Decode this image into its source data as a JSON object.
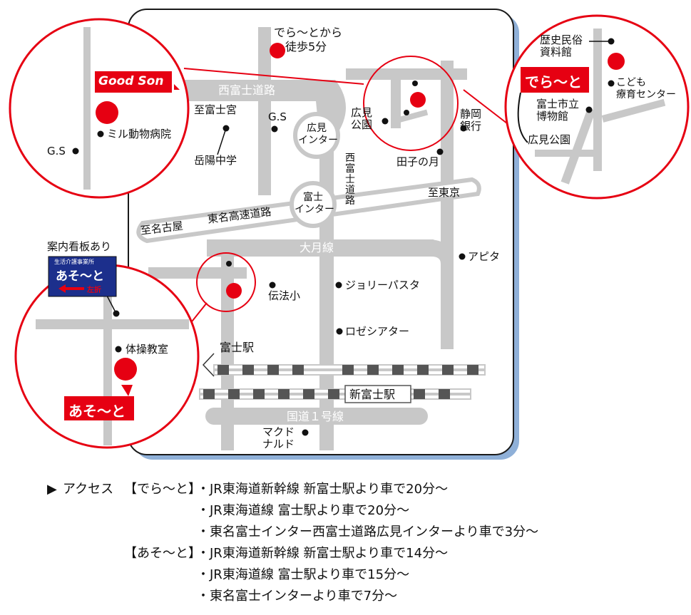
{
  "map": {
    "colors": {
      "road": "#c8c8c8",
      "accent": "#e60012",
      "sign_blue": "#1c2f8c",
      "shadow": "#8fb0d8",
      "frame": "#1a1a1a"
    },
    "roads": {
      "nishifuji": "西富士道路",
      "fuji_road": "西\n富\n士\n道\n路",
      "tomei": "東名高速道路",
      "otsuki": "大月線",
      "kokudo": "国道１号線",
      "to_nagoya": "至名古屋",
      "to_tokyo": "至東京",
      "to_fujinomiya": "至富士宮"
    },
    "interchanges": {
      "hiromi": "広見\nインター",
      "fuji": "富士\nインター"
    },
    "stations": {
      "fuji": "富士駅",
      "shin_fuji": "新富士駅"
    },
    "landmarks": {
      "walk": "でら～とから\n　徒歩5分",
      "gs_center": "G.S",
      "gakuyo": "岳陽中学",
      "hiromi_park": "広見\n公園",
      "shizuoka_bank": "静岡\n銀行",
      "tagonotsuki": "田子の月",
      "apita": "アピタ",
      "densho": "伝法小",
      "jolly": "ジョリーパスタ",
      "roze": "ロゼシアター",
      "mcd": "マクド\nナルド"
    },
    "inset_goodson": {
      "brand": "Good Son",
      "clinic": "ミル動物病院",
      "gs": "G.S"
    },
    "inset_dera": {
      "brand": "でら～と",
      "museum": "歴史民俗\n資料館",
      "kodomo": "こども\n療育センター",
      "hakubutsu": "富士市立\n博物館",
      "park": "広見公園"
    },
    "inset_aso": {
      "brand": "あそ～と",
      "gym": "体操教室"
    },
    "sign": {
      "note": "案内看板あり",
      "subtitle": "生活介護事業所",
      "title": "あそ～と",
      "arrow": "左折"
    }
  },
  "access": {
    "marker": "▶",
    "title": "アクセス",
    "groups": [
      {
        "name": "【でら～と】",
        "routes": [
          "・JR東海道新幹線 新富士駅より車で20分～",
          "・JR東海道線 富士駅より車で20分～",
          "・東名富士インター西富士道路広見インターより車で3分～"
        ]
      },
      {
        "name": "【あそ～と】",
        "routes": [
          "・JR東海道新幹線 新富士駅より車で14分～",
          "・JR東海道線 富士駅より車で15分～",
          "・東名富士インターより車で7分～"
        ]
      }
    ]
  }
}
